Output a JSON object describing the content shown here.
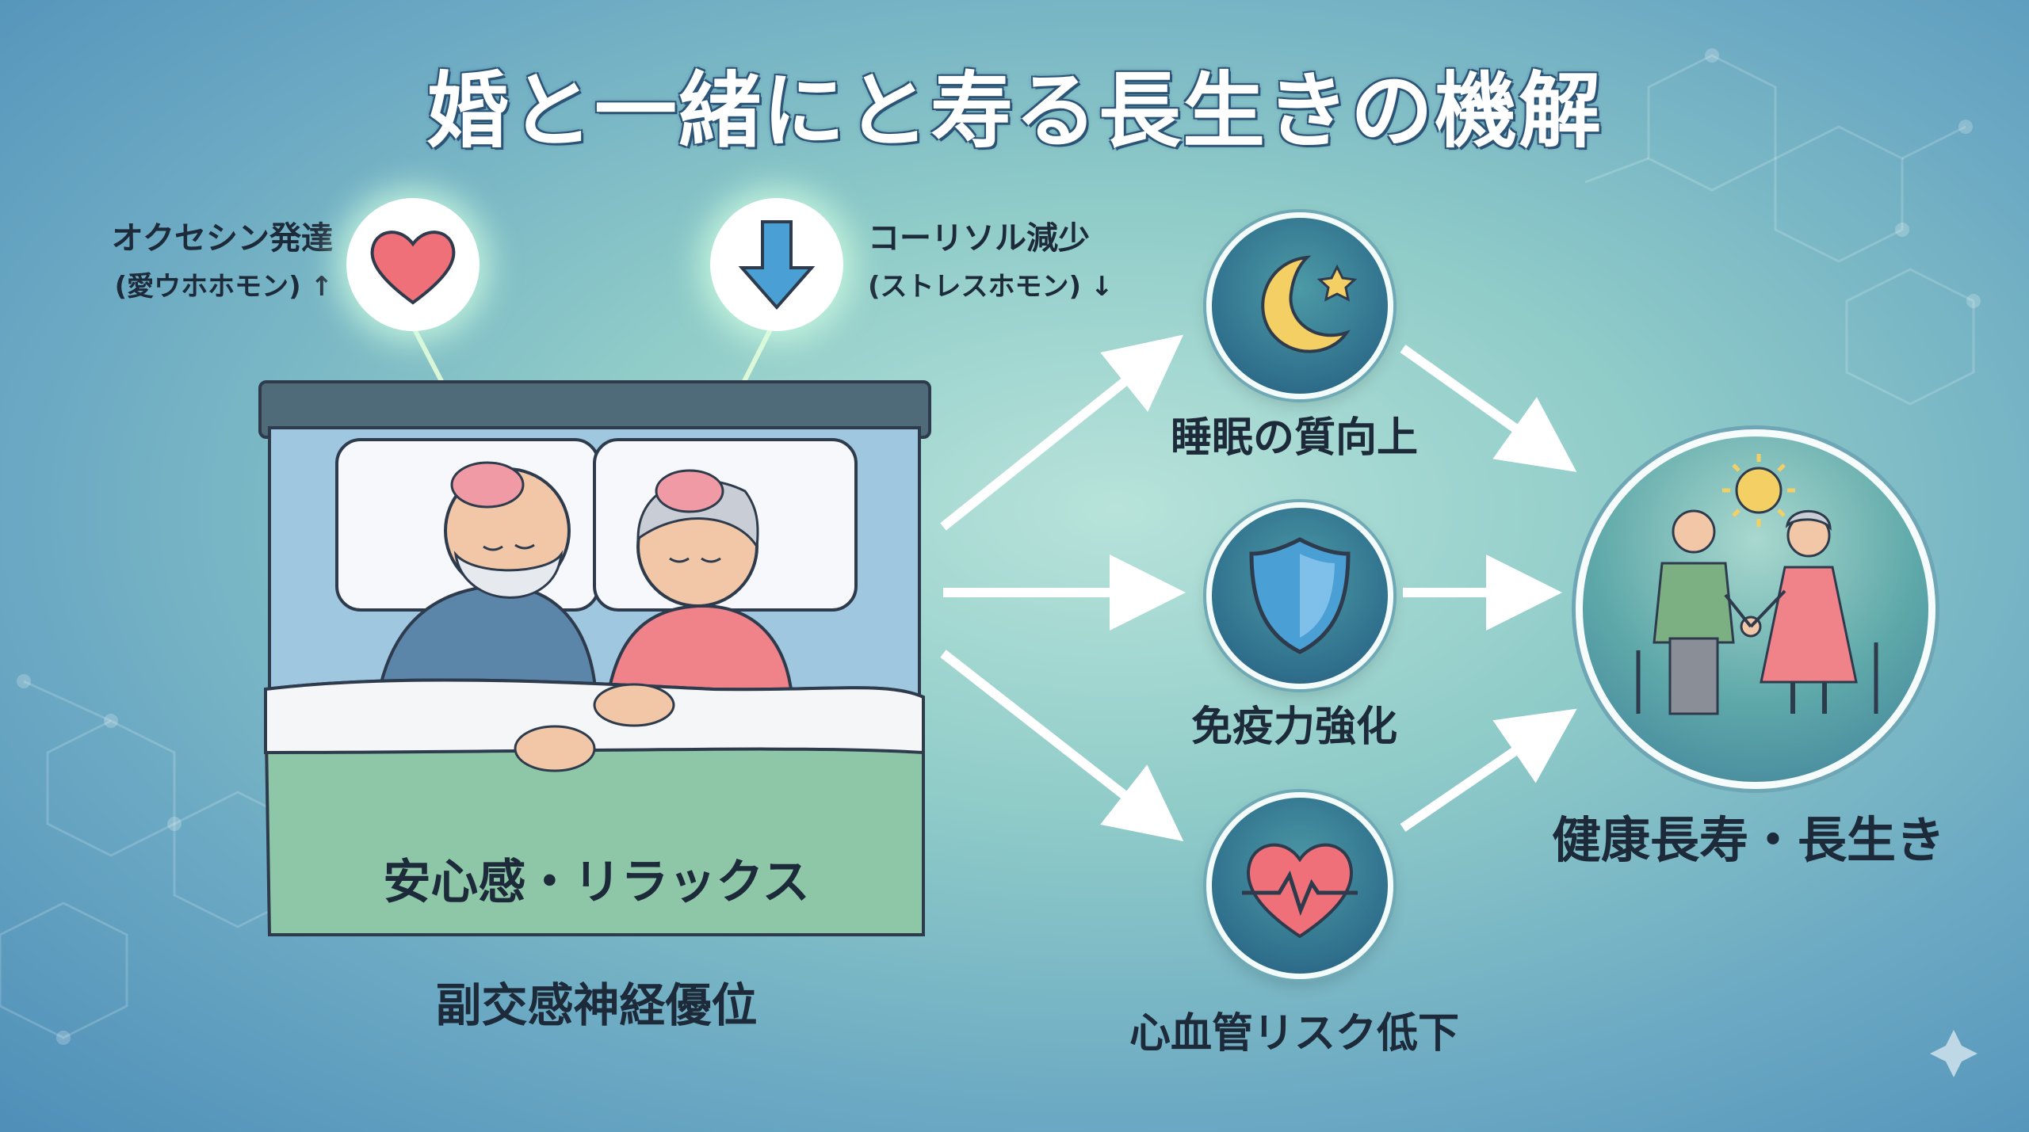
{
  "title": "婚と一緒にと寿る長生きの機解",
  "hormones": {
    "left": {
      "line1": "オクセシン発達",
      "line2": "(愛ウホホモン) ↑"
    },
    "right": {
      "line1": "コーリソル減少",
      "line2": "(ストレスホモン) ↓"
    }
  },
  "bed": {
    "label": "安心感・リラックス",
    "caption": "副交感神経優位"
  },
  "benefits": [
    {
      "label": "睡眠の質向上"
    },
    {
      "label": "免疫力強化"
    },
    {
      "label": "心血管リスク低下"
    }
  ],
  "outcome": {
    "label": "健康長寿・長生き"
  },
  "colors": {
    "title_outline": "#2c5577",
    "heart": "#f0707a",
    "arrow_blue": "#4a9fd5",
    "blanket": "#8ec7a8",
    "headboard": "#4f6b79"
  },
  "icons": [
    "heart-icon",
    "down-arrow-icon",
    "moon-star-icon",
    "shield-icon",
    "heartbeat-icon",
    "elderly-couple-icon",
    "sun-icon"
  ]
}
